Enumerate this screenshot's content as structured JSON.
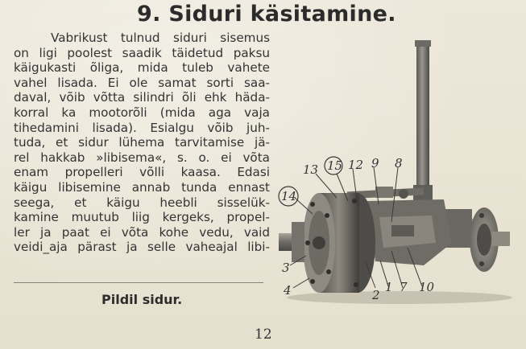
{
  "heading": "9.  Siduri käsitamine.",
  "paragraph_lines": [
    "Vabrikust tulnud siduri sisemus",
    "on ligi poolest saadik täidetud paksu",
    "käigukasti õliga, mida tuleb vahete",
    "vahel lisada.  Ei ole samat sorti saa-",
    "daval, võib võtta silindri õli ehk häda-",
    "korral ka mootorõli (mida aga vaja",
    "tihedamini lisada).  Esialgu võib juh-",
    "tuda, et sidur lühema tarvitamise jä-",
    "rel hakkab »libisema«, s. o. ei võta",
    "enam propelleri võlli kaasa.  Edasi",
    "käigu libisemine annab tunda ennast",
    "seega,  et  käigu  heebli  sisselük-",
    "kamine muutub liig kergeks, propel-",
    "ler ja paat ei võta kohe vedu, vaid",
    "veidi_aja pärast ja selle vaheajal libi-"
  ],
  "caption": "Pildil sidur.",
  "page_number": "12",
  "figure": {
    "callouts": [
      "13",
      "15",
      "12",
      "9",
      "8",
      "14",
      "3",
      "4",
      "2",
      "1",
      "7",
      "10"
    ]
  },
  "colors": {
    "paper": "#e9e4d6",
    "ink": "#2b2b2b",
    "metal_dark": "#4a4a48",
    "metal_mid": "#7a7872",
    "metal_light": "#b8b4aa"
  }
}
